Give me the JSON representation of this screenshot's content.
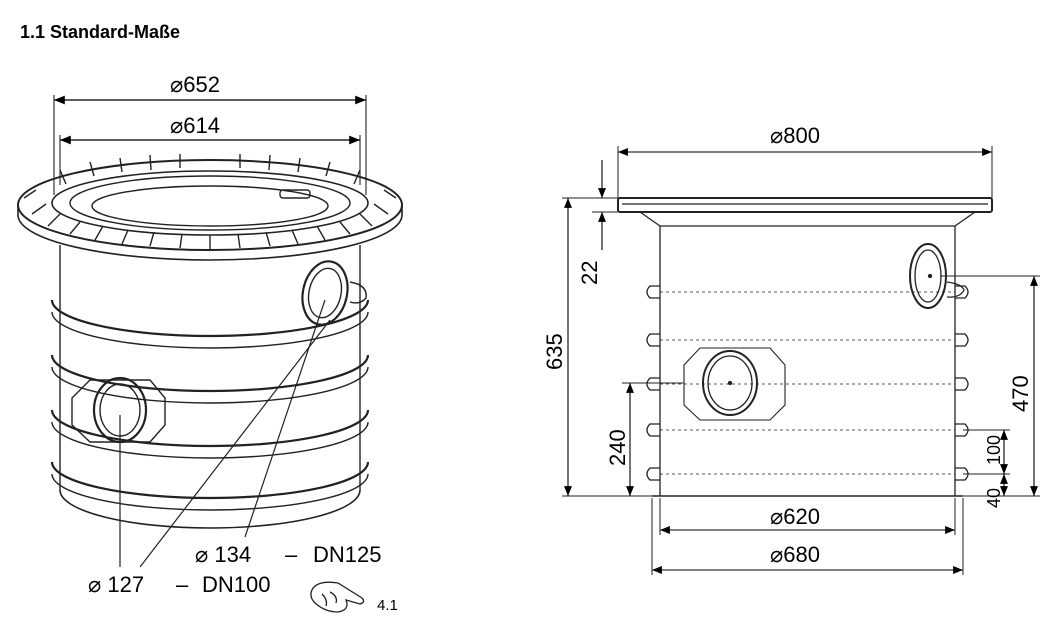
{
  "title": "1.1 Standard-Maße",
  "left_view": {
    "dia_outer_flange": "⌀652",
    "dia_inner_flange": "⌀614",
    "callout_134": "⌀ 134",
    "dn125": "DN125",
    "callout_127": "⌀ 127",
    "dn100": "DN100",
    "dash": "–",
    "ref": "4.1"
  },
  "right_view": {
    "dia_800": "⌀800",
    "dim_22": "22",
    "dim_635": "635",
    "dim_470": "470",
    "dim_240": "240",
    "dim_100": "100",
    "dim_40": "40",
    "dia_620": "⌀620",
    "dia_680": "⌀680"
  }
}
